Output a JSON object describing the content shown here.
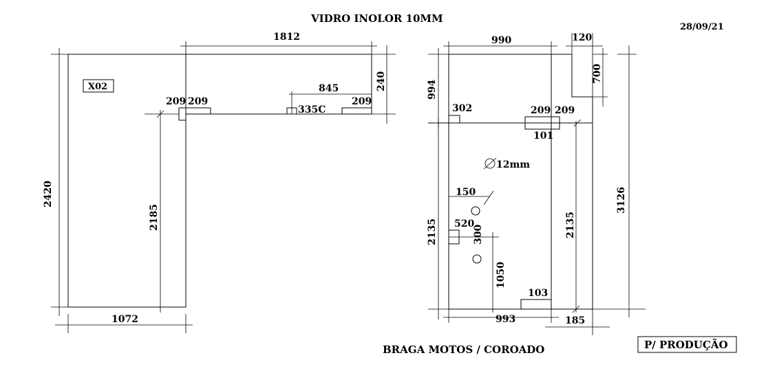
{
  "header": {
    "title": "VIDRO INOLOR 10MM",
    "date": "28/09/21"
  },
  "footer": {
    "client": "BRAGA MOTOS / COROADO",
    "stamp": "P/ PRODUÇÃO"
  },
  "left_piece": {
    "id_label": "X02",
    "width_top": "1812",
    "height_right": "240",
    "offset_845": "845",
    "notch_left_a": "209",
    "notch_left_b": "209",
    "notch_mid": "335C",
    "notch_right": "209",
    "height_total": "2420",
    "inner_height": "2185",
    "width_bottom": "1072"
  },
  "right_piece": {
    "width_top": "990",
    "corner_w": "120",
    "corner_h": "700",
    "top_height": "994",
    "notch_302": "302",
    "notch_209a": "209",
    "notch_209b": "209",
    "notch_101": "101",
    "hole_label": "12mm",
    "dim_150": "150",
    "dim_520": "520",
    "dim_300": "300",
    "left_2135": "2135",
    "right_2135": "2135",
    "total_height": "3126",
    "dim_1050": "1050",
    "notch_103": "103",
    "width_bottom": "993",
    "width_185": "185"
  }
}
